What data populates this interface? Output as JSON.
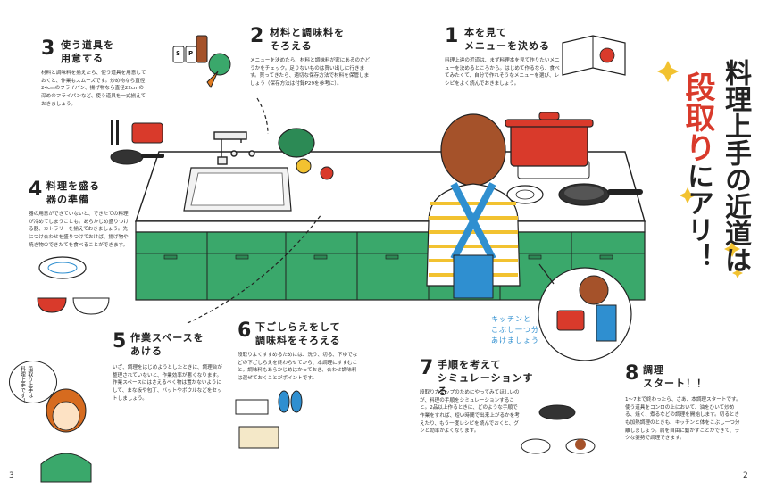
{
  "title": {
    "line1": "料理上手の近道は",
    "highlight": "段取り",
    "line2_suffix": "にアリ！"
  },
  "steps": [
    {
      "num": "1",
      "head_lines": [
        "本を見て",
        "メニューを決める"
      ],
      "body": "料理上達の近道は、まず料理本を見て作りたいメニューを決めるところから。はじめて作るなら、食べてみたくて、自分で作れそうなメニューを選び、レシピをよく読んでおきましょう。"
    },
    {
      "num": "2",
      "head_lines": [
        "材料と調味料を",
        "そろえる"
      ],
      "body": "メニューを決めたら、材料と調味料が家にあるのかどうかをチェック。足りないものは買い出しに行きます。買ってきたら、適切な保存方法で材料を保管しましょう（保存方法は付録P29を参考に）。"
    },
    {
      "num": "3",
      "head_lines": [
        "使う道具を",
        "用意する"
      ],
      "body": "材料と調味料を揃えたら、使う道具を用意しておくと、作業もスムーズです。炒め物なら直径24cmのフライパン、揚げ物なら直径22cmの深めのフライパンなど、使う道具を一式揃えておきましょう。"
    },
    {
      "num": "4",
      "head_lines": [
        "料理を盛る",
        "器の準備"
      ],
      "body": "器の用意ができていないと、できたての料理が冷めてしまうことも。あらかじめ盛りつける器、カトラリーを揃えておきましょう。先につけ合わせを盛りつけておけば、揚げ物や焼き物のできたてを食べることができます。"
    },
    {
      "num": "5",
      "head_lines": [
        "作業スペースを",
        "あける"
      ],
      "body": "いざ、調理をはじめようとしたときに、調理台が整理されていないと、作業効率が悪くなります。作業スペースにはさえるべく物は置かないようにして、まな板や包丁、バットやボウルなどをセットしましょう。"
    },
    {
      "num": "6",
      "head_lines": [
        "下ごしらえをして",
        "調味料をそろえる"
      ],
      "body": "段取りよくすすめるためには、洗う、切る、下ゆでなどの下ごしらえを終わらせてから、本調理にすすむこと。調味料もあらかじめはかっておき、合わせ調味料は混ぜておくことがポイントです。"
    },
    {
      "num": "7",
      "head_lines": [
        "手順を考えて",
        "シミュレーションする"
      ],
      "body": "段取り力アップのためにやってみてほしいのが、料理の手順をシミュレーションすること。2品以上作るときに、どのような手順で作業をすれば、短い時間で出来上がるかを考えたり、もう一度レシピを読んでおくと、グンと効率がよくなります。"
    },
    {
      "num": "8",
      "head_lines": [
        "調理",
        "スタート！！"
      ],
      "body": "1〜7まで終わったら、さあ、本調理スタートです。使う道具をコンロの上において、油をひいて炒める、焼く、煮るなどの調理を開始します。切るときも加熱調理のときも、キッチンと体をこぶし一つ分離しましょう。肩を自由に動かすことができて、ラクな姿勢で調理できます。"
    }
  ],
  "speech_bubble": {
    "lines": [
      "キッチンと",
      "こぶし一つ分",
      "あけましょう"
    ]
  },
  "chef_bubble": {
    "lines": [
      "段取り上手は",
      "料理上手です！"
    ]
  },
  "spice_labels": {
    "salt": "S",
    "pepper": "P"
  },
  "pages": {
    "left": "3",
    "right": "2"
  },
  "colors": {
    "red": "#d93a2b",
    "green": "#3aa86b",
    "dark_green": "#2c8a55",
    "blue": "#2f8fd0",
    "yellow": "#f2c230",
    "brown": "#a5522a"
  }
}
